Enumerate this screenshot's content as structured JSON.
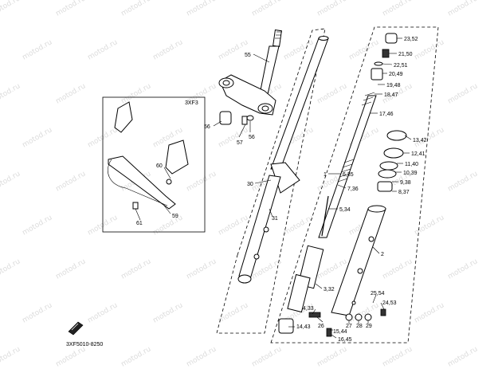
{
  "diagram": {
    "inset_label": "3XF3",
    "footer_code": "3XF5010-8250",
    "labels": {
      "p55": "55",
      "p56a": "56",
      "p56b": "56",
      "p57": "57",
      "p58": "58",
      "p59": "59",
      "p60": "60",
      "p61": "61",
      "p30": "30",
      "p31": "31",
      "p1": "1",
      "p2": "2",
      "p23_52": "23,52",
      "p21_50": "21,50",
      "p22_51": "22,51",
      "p20_49": "20,49",
      "p19_48": "19,48",
      "p18_47": "18,47",
      "p17_46": "17,46",
      "p13_42": "13,42",
      "p12_41": "12,41",
      "p11_40": "11,40",
      "p10_39": "10,39",
      "p9_38": "9,38",
      "p8_37": "8,37",
      "p6_35": "6,35",
      "p7_36": "7,36",
      "p5_34": "5,34",
      "p3_32": "3,32",
      "p4_33": "4,33",
      "p25_54": "25,54",
      "p24_53": "24,53",
      "p14_43": "14,43",
      "p26": "26",
      "p27": "27",
      "p28": "28",
      "p29": "29",
      "p15_44": "15,44",
      "p16_45": "16,45"
    },
    "watermark": "motod.ru"
  }
}
